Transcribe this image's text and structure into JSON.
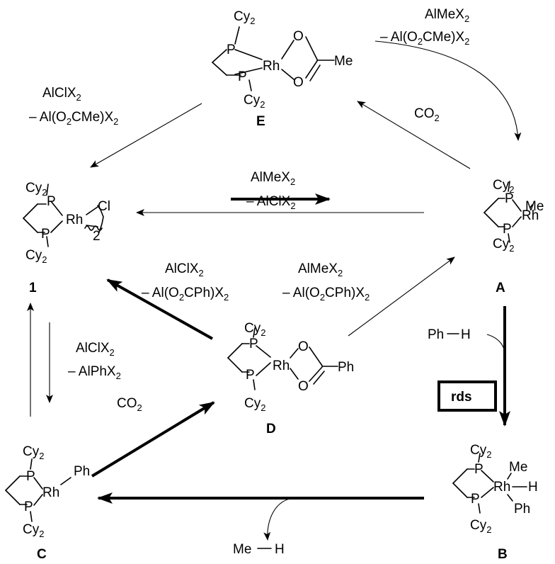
{
  "complexes": {
    "E": {
      "label": "E",
      "p_top": "P",
      "p_bottom": "P",
      "cy_top": "Cy",
      "cy_bottom": "Cy",
      "sub": "2",
      "metal": "Rh",
      "o1": "O",
      "o2": "O",
      "group": "Me"
    },
    "one": {
      "label": "1",
      "p_top": "P",
      "p_bottom": "P",
      "cy_top": "Cy",
      "cy_bottom": "Cy",
      "sub": "2",
      "metal": "Rh",
      "cl": "Cl",
      "dimer": "2"
    },
    "A": {
      "label": "A",
      "p_top": "P",
      "p_bottom": "P",
      "cy_top": "Cy",
      "cy_bottom": "Cy",
      "sub": "2",
      "metal": "Rh",
      "me": "Me"
    },
    "D": {
      "label": "D",
      "p_top": "P",
      "p_bottom": "P",
      "cy_top": "Cy",
      "cy_bottom": "Cy",
      "sub": "2",
      "metal": "Rh",
      "o1": "O",
      "o2": "O",
      "group": "Ph"
    },
    "C": {
      "label": "C",
      "p_top": "P",
      "p_bottom": "P",
      "cy_top": "Cy",
      "cy_bottom": "Cy",
      "sub": "2",
      "metal": "Rh",
      "ph": "Ph"
    },
    "B": {
      "label": "B",
      "p_top": "P",
      "p_bottom": "P",
      "cy_top": "Cy",
      "cy_bottom": "Cy",
      "sub": "2",
      "metal": "Rh",
      "me": "Me",
      "h": "H",
      "ph": "Ph"
    }
  },
  "reagents": {
    "top_right": {
      "line1_main": "AlMeX",
      "line1_sub": "2",
      "line2_main": "– Al(O",
      "line2_sub1": "2",
      "line2_mid": "CMe)X",
      "line2_sub2": "2"
    },
    "top_left": {
      "line1_main": "AlClX",
      "line1_sub": "2",
      "line2_main": "– Al(O",
      "line2_sub1": "2",
      "line2_mid": "CMe)X",
      "line2_sub2": "2"
    },
    "co2_top": {
      "main": "CO",
      "sub": "2"
    },
    "center_top": {
      "line1_main": "AlMeX",
      "line1_sub": "2",
      "line2_main": "– AlClX",
      "line2_sub": "2"
    },
    "mid_left": {
      "line1_main": "AlClX",
      "line1_sub": "2",
      "line2_main": "– Al(O",
      "line2_sub1": "2",
      "line2_mid": "CPh)X",
      "line2_sub2": "2"
    },
    "mid_right": {
      "line1_main": "AlMeX",
      "line1_sub": "2",
      "line2_main": "– Al(O",
      "line2_sub1": "2",
      "line2_mid": "CPh)X",
      "line2_sub2": "2"
    },
    "left_side": {
      "line1_main": "AlClX",
      "line1_sub": "2",
      "line2_main": "– AlPhX",
      "line2_sub": "2"
    },
    "co2_left": {
      "main": "CO",
      "sub": "2"
    },
    "benzene": {
      "left": "Ph",
      "right": "H"
    },
    "methane": {
      "left": "Me",
      "right": "H"
    },
    "rds": "rds"
  }
}
